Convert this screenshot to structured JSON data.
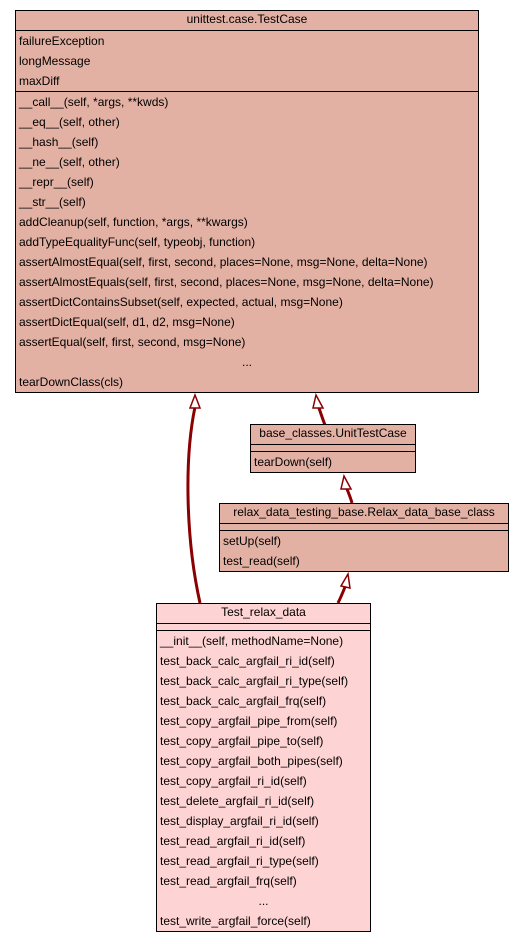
{
  "colors": {
    "base_fill": "#e3b1a3",
    "leaf_fill": "#fed3d3",
    "edge": "#8b0000",
    "border": "#000000"
  },
  "classes": {
    "testcase": {
      "name": "unittest.case.TestCase",
      "attributes": [
        "failureException",
        "longMessage",
        "maxDiff"
      ],
      "methods": [
        "__call__(self, *args, **kwds)",
        "__eq__(self, other)",
        "__hash__(self)",
        "__ne__(self, other)",
        "__repr__(self)",
        "__str__(self)",
        "addCleanup(self, function, *args, **kwargs)",
        "addTypeEqualityFunc(self, typeobj, function)",
        "assertAlmostEqual(self, first, second, places=None, msg=None, delta=None)",
        "assertAlmostEquals(self, first, second, places=None, msg=None, delta=None)",
        "assertDictContainsSubset(self, expected, actual, msg=None)",
        "assertDictEqual(self, d1, d2, msg=None)",
        "assertEqual(self, first, second, msg=None)",
        "...",
        "tearDownClass(cls)"
      ]
    },
    "unittestcase": {
      "name": "base_classes.UnitTestCase",
      "methods": [
        "tearDown(self)"
      ]
    },
    "relaxbase": {
      "name": "relax_data_testing_base.Relax_data_base_class",
      "methods": [
        "setUp(self)",
        "test_read(self)"
      ]
    },
    "testrelax": {
      "name": "Test_relax_data",
      "methods": [
        "__init__(self, methodName=None)",
        "test_back_calc_argfail_ri_id(self)",
        "test_back_calc_argfail_ri_type(self)",
        "test_back_calc_argfail_frq(self)",
        "test_copy_argfail_pipe_from(self)",
        "test_copy_argfail_pipe_to(self)",
        "test_copy_argfail_both_pipes(self)",
        "test_copy_argfail_ri_id(self)",
        "test_delete_argfail_ri_id(self)",
        "test_display_argfail_ri_id(self)",
        "test_read_argfail_ri_id(self)",
        "test_read_argfail_ri_type(self)",
        "test_read_argfail_frq(self)",
        "...",
        "test_write_argfail_force(self)"
      ]
    }
  }
}
